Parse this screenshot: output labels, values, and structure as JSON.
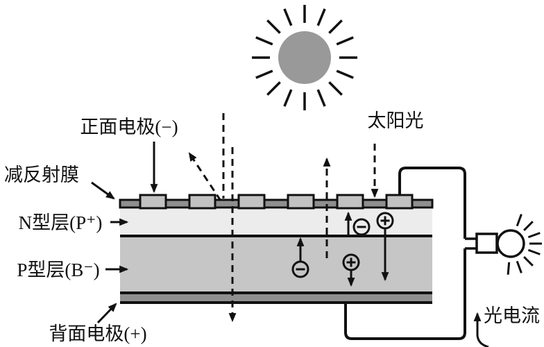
{
  "diagram": {
    "labels": {
      "front_electrode": "正面电极(−)",
      "sunlight": "太阳光",
      "antireflection_film": "减反射膜",
      "n_layer": "N型层(P⁺)",
      "p_layer": "P型层(B⁻)",
      "back_electrode": "背面电极(+)",
      "photocurrent": "光电流"
    },
    "symbols": {
      "electron": "−",
      "hole": "+"
    },
    "structure": {
      "front_electrode_count": 6,
      "layer_order": [
        "减反射膜",
        "N型层",
        "PN结",
        "P型层",
        "背面电极"
      ]
    },
    "colors": {
      "background": "#ffffff",
      "sun_fill": "#999999",
      "film_fill": "#8f8f8f",
      "electrode_fill": "#c2c2c2",
      "n_layer_fill": "#ececec",
      "p_layer_fill": "#c6c6c6",
      "back_electrode_fill": "#8f8f8f",
      "stroke": "#111111"
    }
  }
}
